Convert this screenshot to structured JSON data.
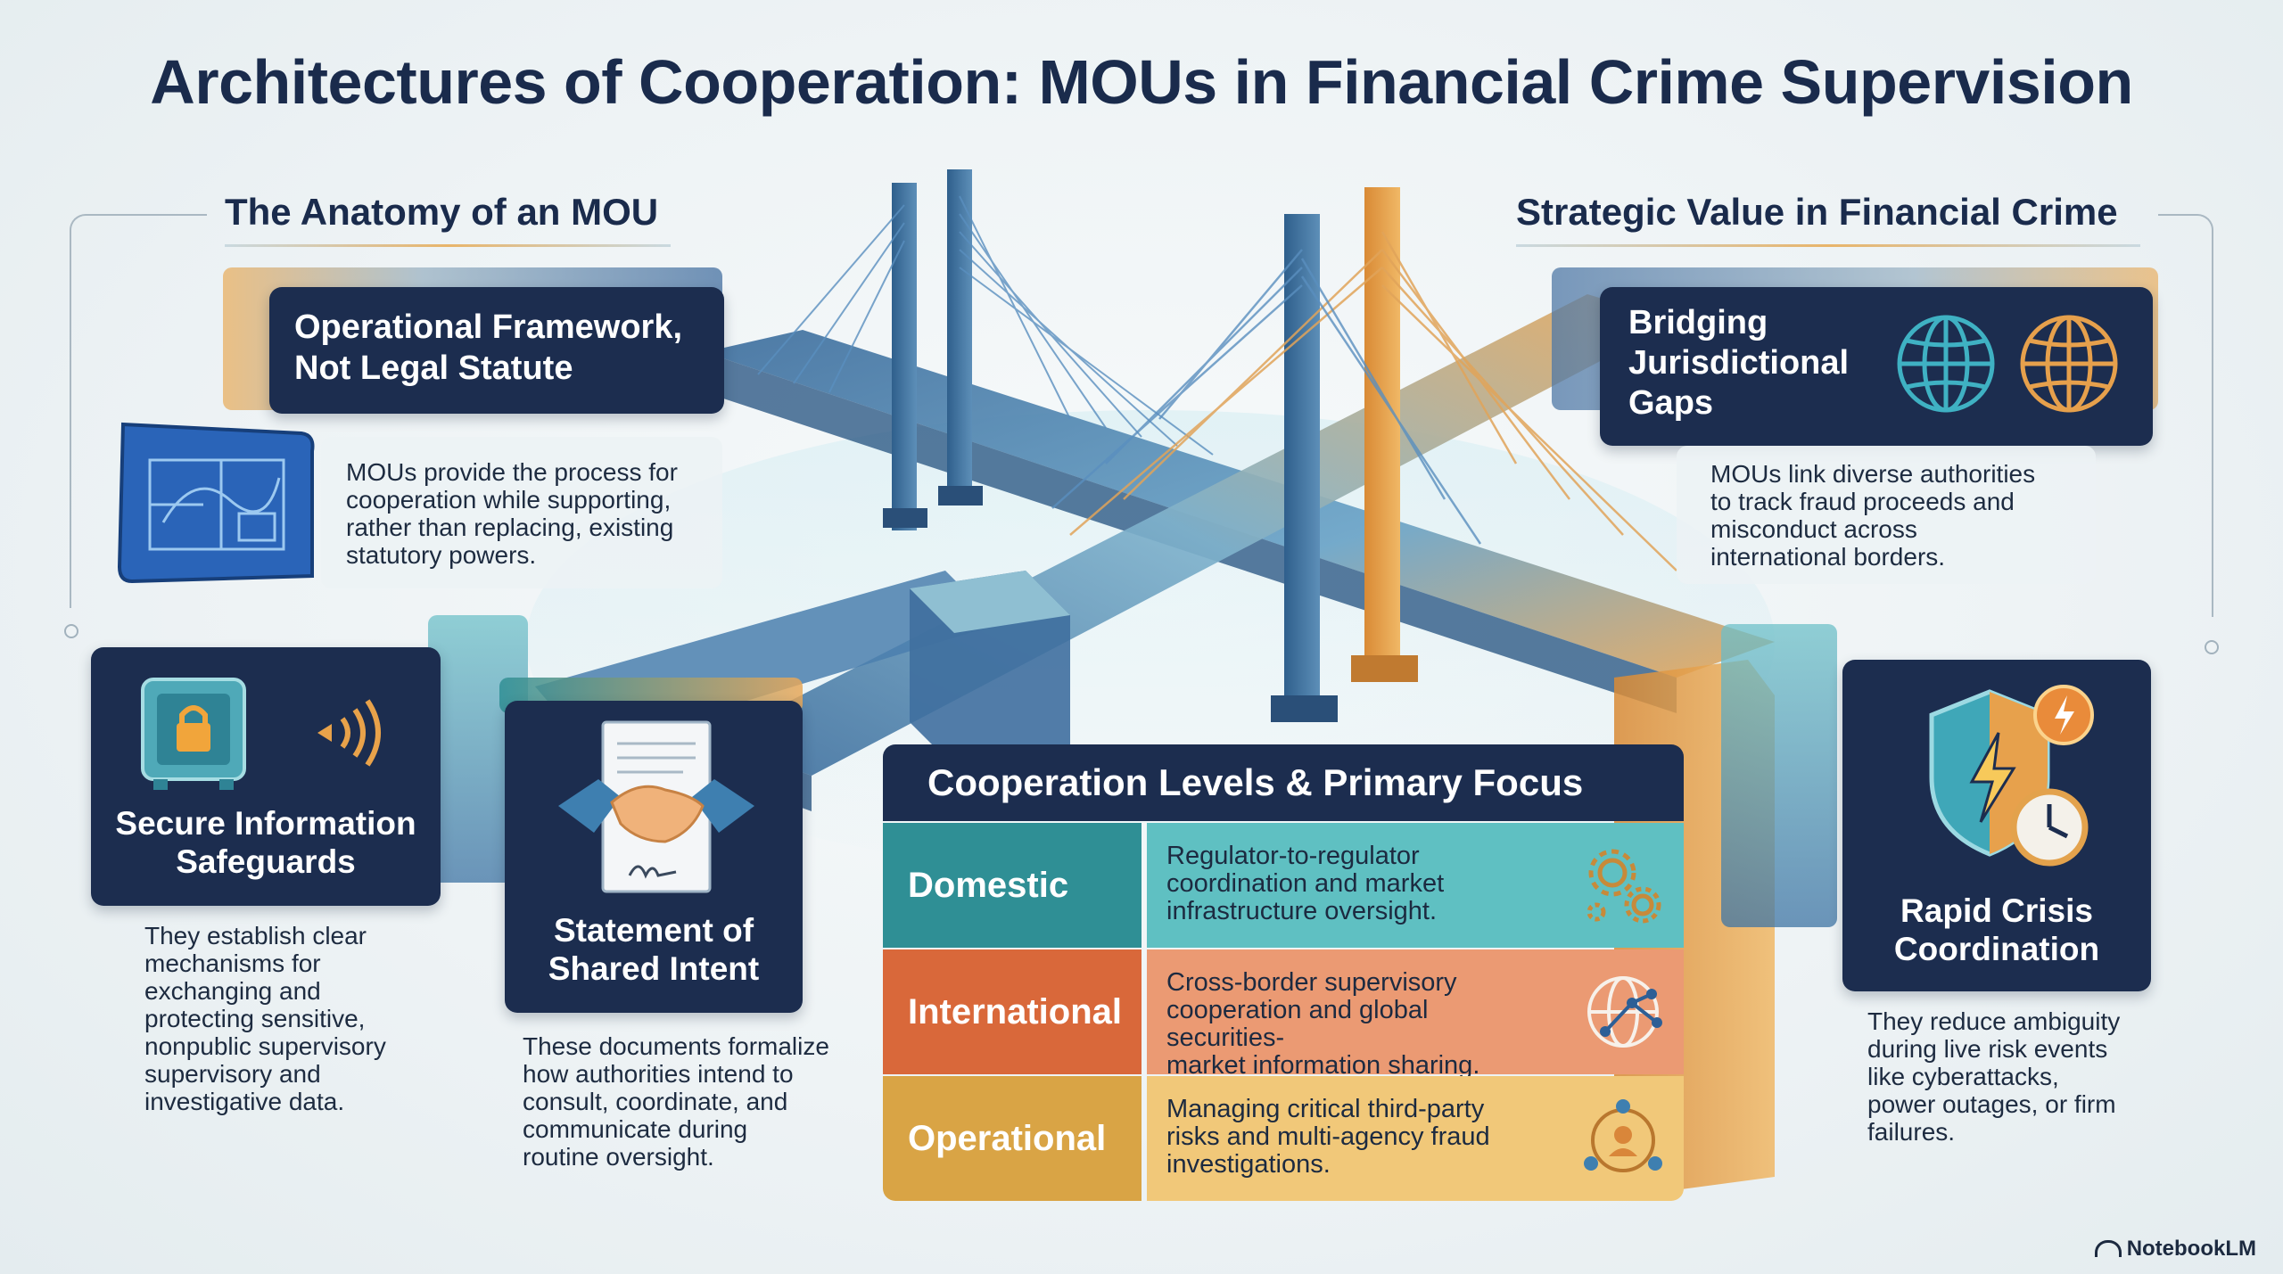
{
  "title": "Architectures of Cooperation: MOUs in Financial Crime Supervision",
  "left_heading": "The Anatomy of an MOU",
  "right_heading": "Strategic Value in Financial Crime",
  "cards": {
    "operational_framework": {
      "title_line1": "Operational Framework,",
      "title_line2": "Not Legal Statute",
      "desc": [
        "MOUs provide the process for",
        "cooperation while supporting,",
        "rather than replacing, existing",
        "statutory powers."
      ]
    },
    "secure_information": {
      "title_line1": "Secure Information",
      "title_line2": "Safeguards",
      "desc": [
        "They establish clear",
        "mechanisms for",
        "exchanging and",
        "protecting sensitive,",
        "nonpublic supervisory",
        "supervisory and",
        "investigative data."
      ]
    },
    "shared_intent": {
      "title_line1": "Statement of",
      "title_line2": "Shared Intent",
      "desc": [
        "These documents formalize",
        "how authorities intend to",
        "consult, coordinate, and",
        "communicate during",
        "routine oversight."
      ]
    },
    "bridging_gaps": {
      "title_line1": "Bridging",
      "title_line2": "Jurisdictional",
      "title_line3": "Gaps",
      "desc": [
        "MOUs link diverse authorities",
        "to track fraud proceeds and",
        "misconduct across",
        "international borders."
      ]
    },
    "rapid_crisis": {
      "title_line1": "Rapid Crisis",
      "title_line2": "Coordination",
      "desc": [
        "They reduce ambiguity",
        "during live risk events",
        "like cyberattacks,",
        "power outages, or firm",
        "failures."
      ]
    }
  },
  "table": {
    "heading": "Cooperation Levels & Primary Focus",
    "rows": [
      {
        "label": "Domestic",
        "lines": [
          "Regulator-to-regulator",
          "coordination and market",
          "infrastructure oversight."
        ],
        "icon": "gears-icon"
      },
      {
        "label": "International",
        "lines": [
          "Cross-border supervisory",
          "cooperation and global securities-",
          "market information sharing."
        ],
        "icon": "network-globe-icon"
      },
      {
        "label": "Operational",
        "lines": [
          "Managing critical third-party",
          "risks and multi-agency fraud",
          "investigations."
        ],
        "icon": "team-network-icon"
      }
    ]
  },
  "colors": {
    "navy": "#1c2d4f",
    "domestic": "#2f8f95",
    "international": "#d9683a",
    "operational": "#d9a445"
  },
  "badge": "NotebookLM"
}
